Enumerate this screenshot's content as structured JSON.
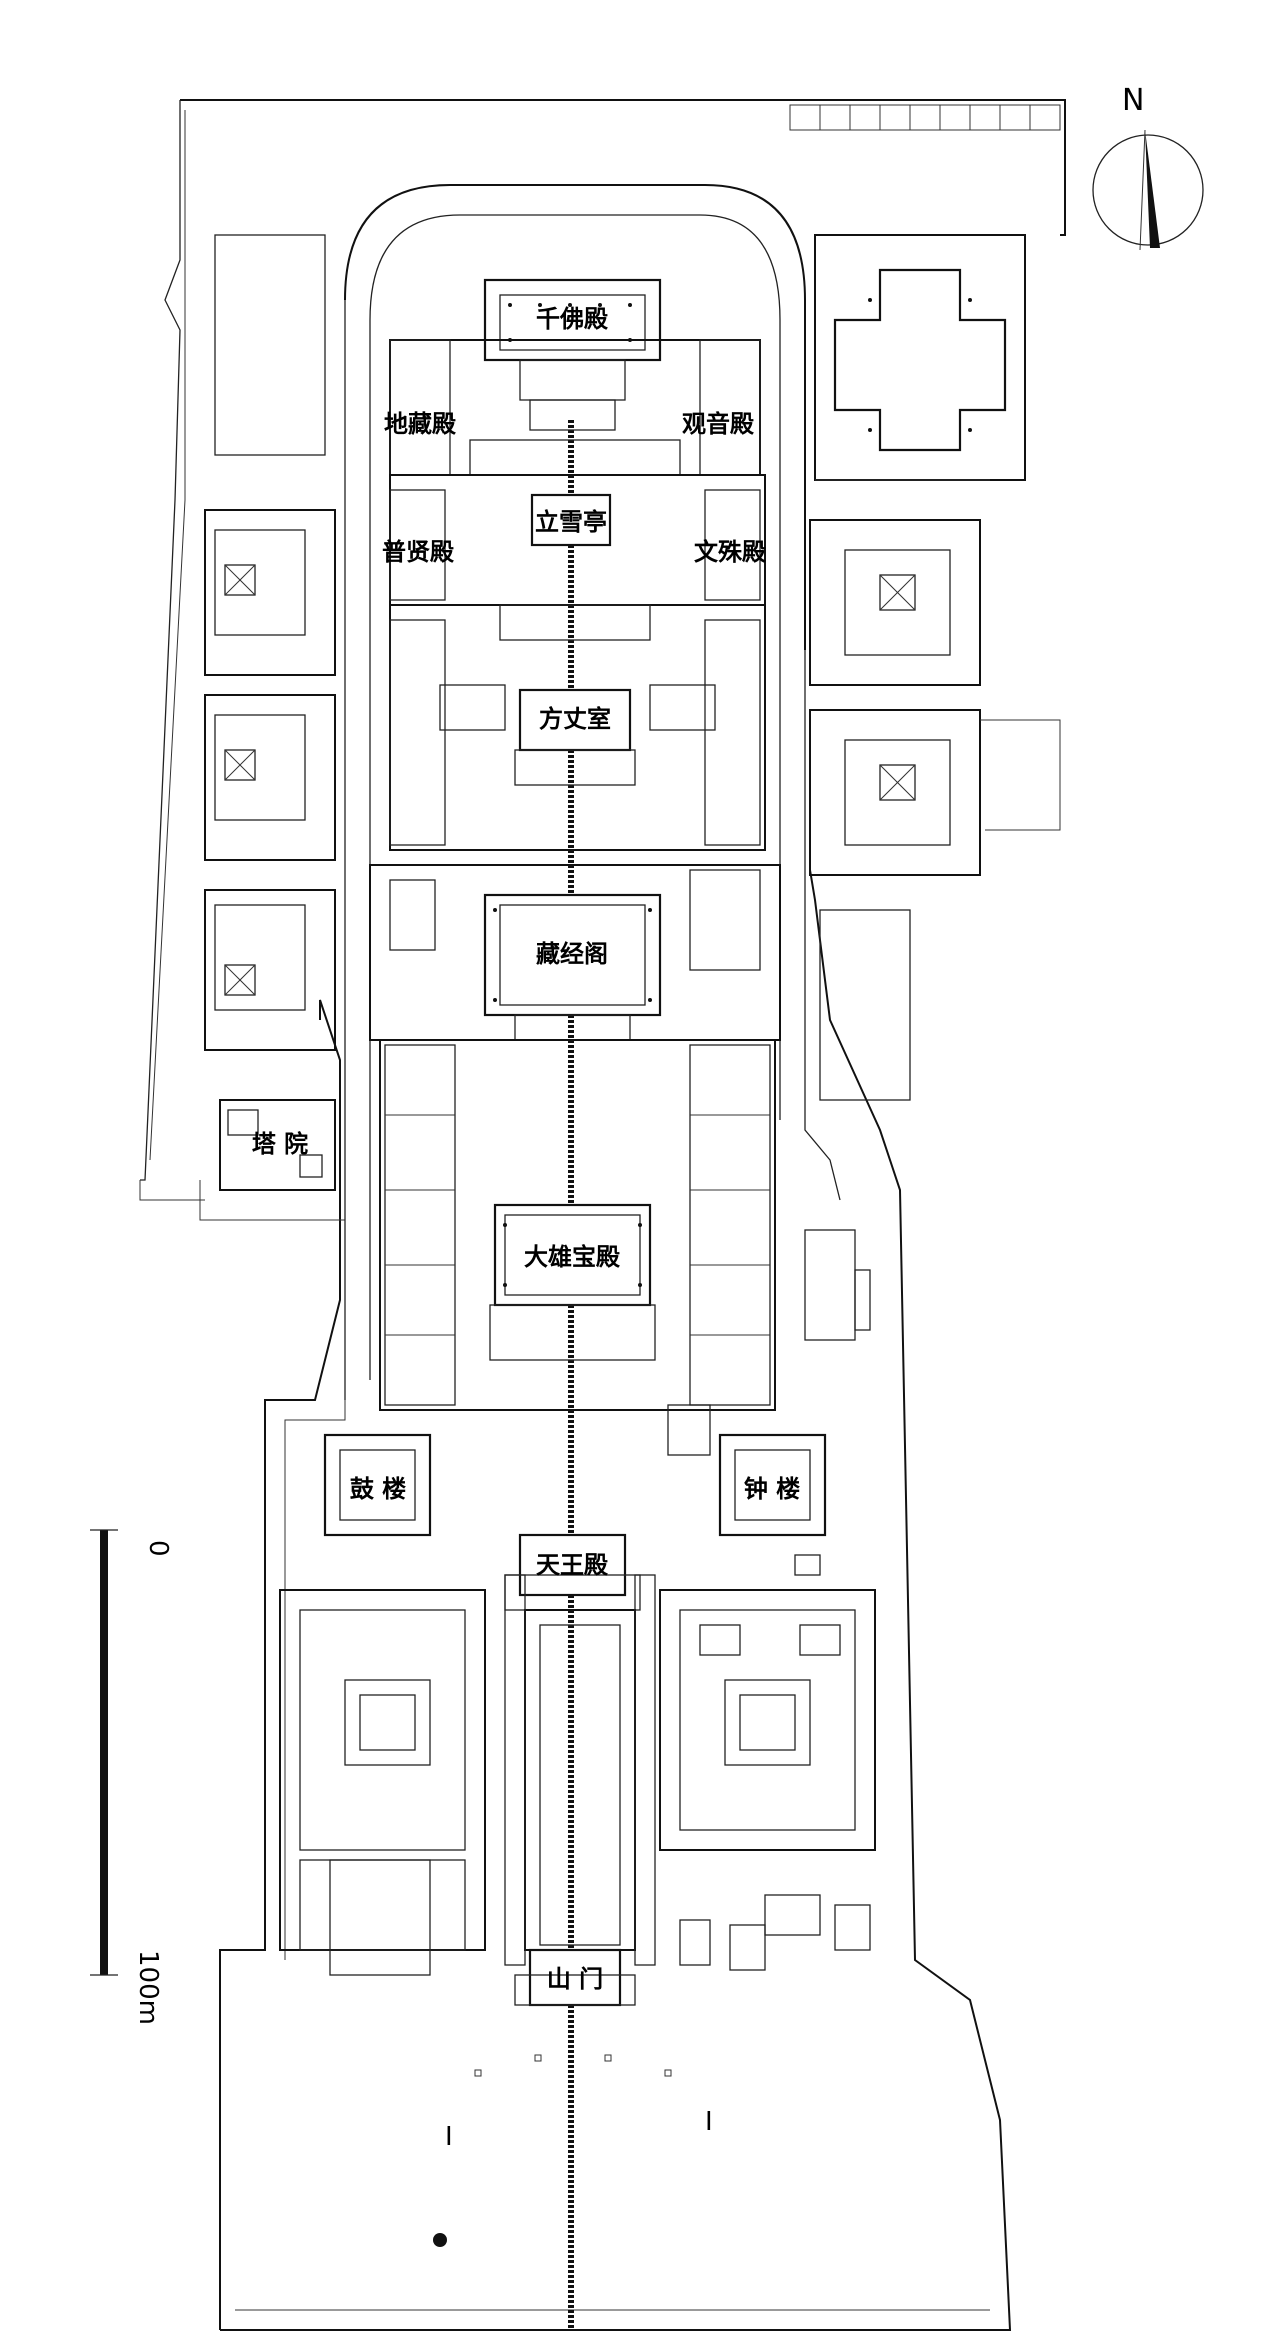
{
  "labels": {
    "qianfo": "千佛殿",
    "dizang": "地藏殿",
    "guanyin": "观音殿",
    "lixue": "立雪亭",
    "puxian": "普贤殿",
    "wenshu": "文殊殿",
    "fangzhang": "方丈室",
    "cangjing": "藏经阁",
    "daxiong": "大雄宝殿",
    "gulou": "鼓 楼",
    "zhonglou": "钟 楼",
    "tianwang": "天王殿",
    "shanmen": "山 门",
    "tayuan": "塔 院"
  },
  "compass": {
    "north": "N"
  },
  "scale": {
    "zero": "0",
    "max": "100m"
  }
}
